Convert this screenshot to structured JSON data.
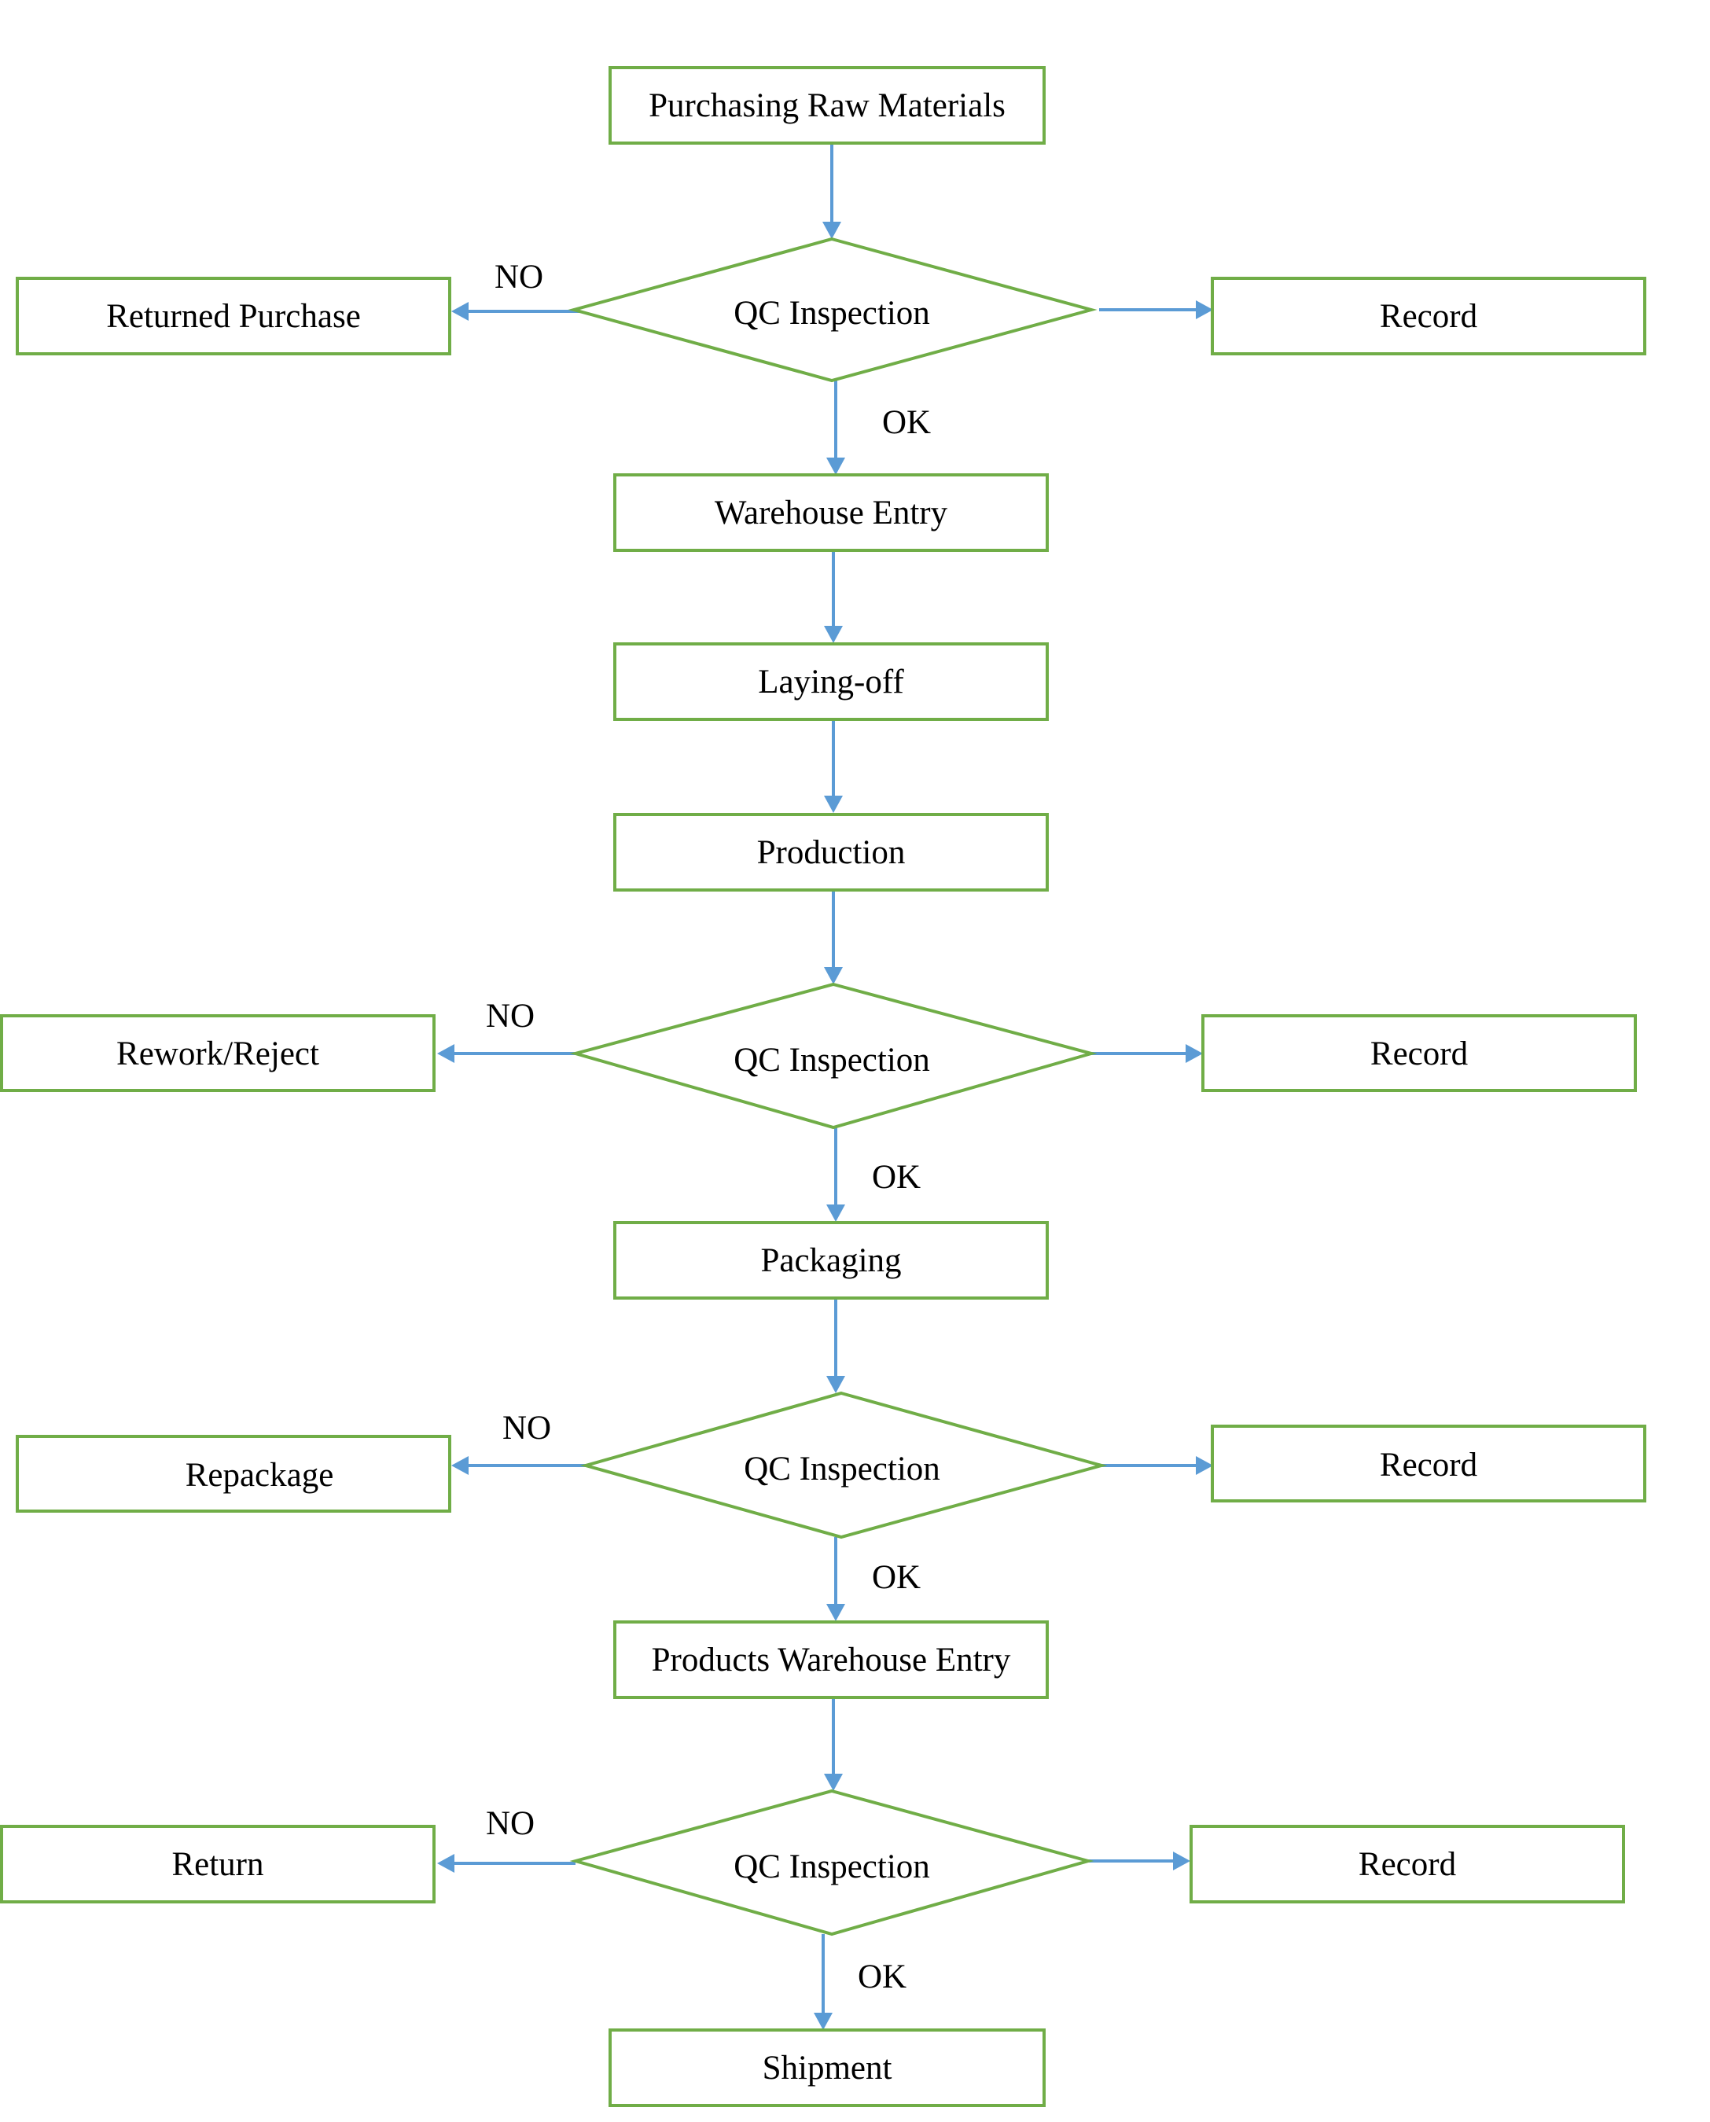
{
  "nodes": {
    "purchasing": "Purchasing Raw Materials",
    "qc1": "QC Inspection",
    "returned_purchase": "Returned Purchase",
    "record1": "Record",
    "warehouse_entry": "Warehouse Entry",
    "laying_off": "Laying-off",
    "production": "Production",
    "qc2": "QC Inspection",
    "rework_reject": "Rework/Reject",
    "record2": "Record",
    "packaging": "Packaging",
    "qc3": "QC Inspection",
    "repackage": "Repackage",
    "record3": "Record",
    "products_warehouse_entry": "Products Warehouse Entry",
    "qc4": "QC Inspection",
    "return": "Return",
    "record4": "Record",
    "shipment": "Shipment"
  },
  "edge_labels": {
    "no1": "NO",
    "ok1": "OK",
    "no2": "NO",
    "ok2": "OK",
    "no3": "NO",
    "ok3": "OK",
    "no4": "NO",
    "ok4": "OK"
  },
  "colors": {
    "node_border": "#70ad47",
    "connector": "#5b9bd5"
  }
}
